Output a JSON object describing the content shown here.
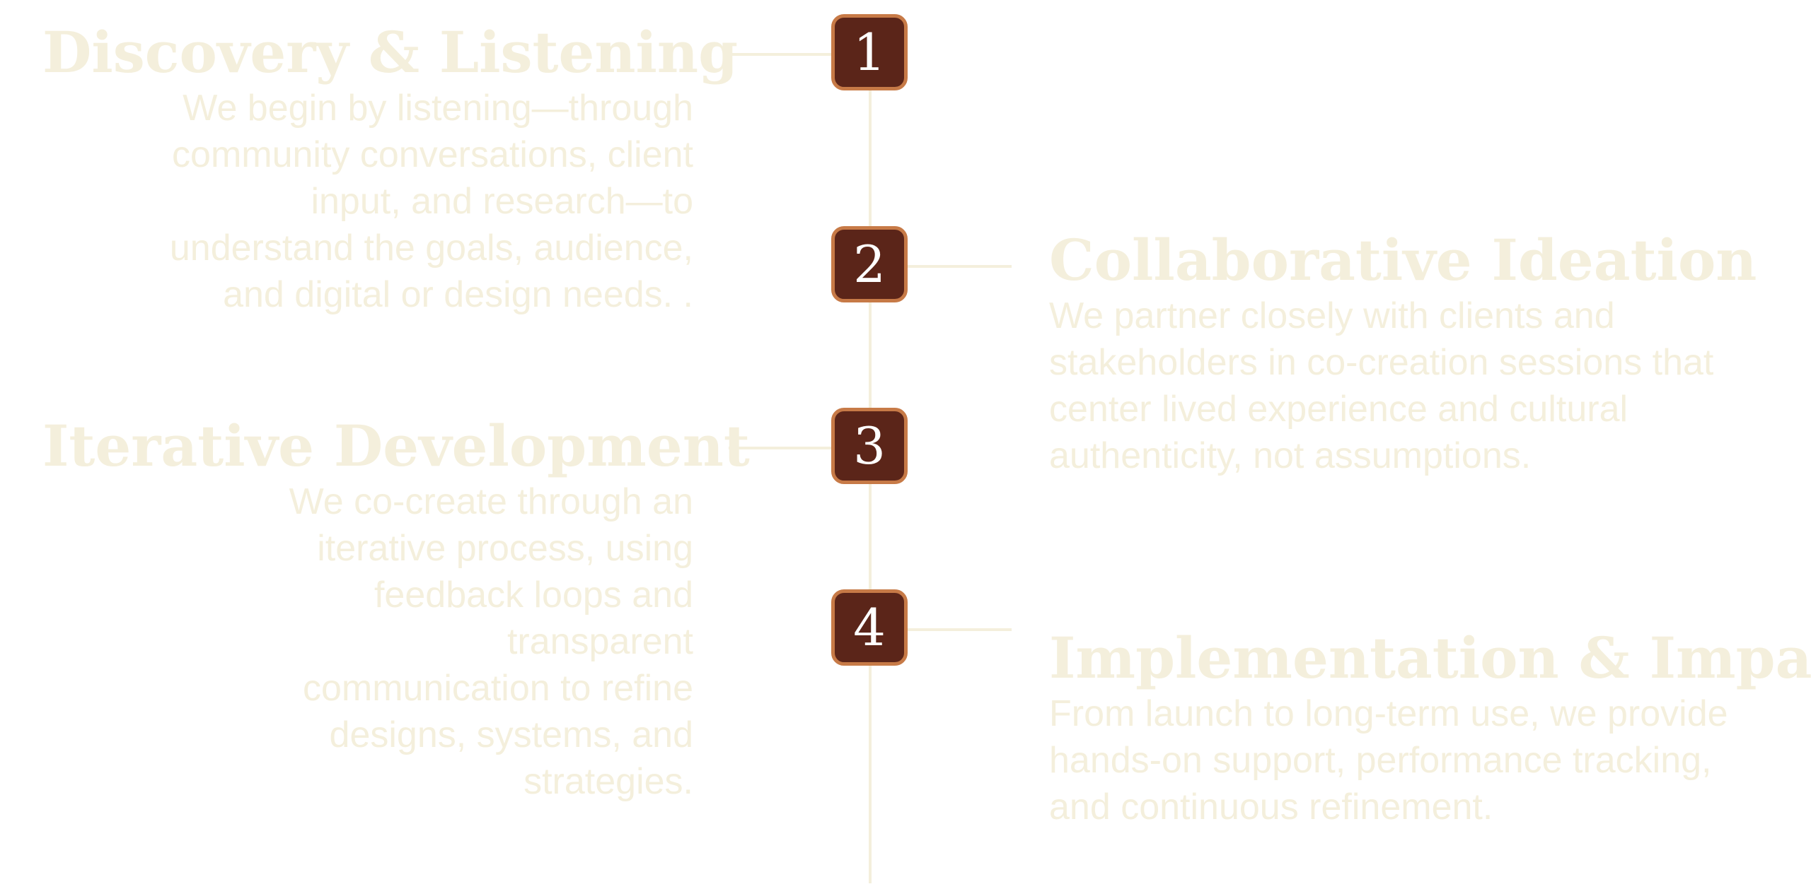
{
  "colors": {
    "badge_fill": "#5b2519",
    "badge_border": "#c77a47",
    "text": "#f4efdc",
    "line": "#f4efdc"
  },
  "steps": [
    {
      "number": "1",
      "title": "Discovery & Listening",
      "description": "We begin by listening—through community conversations, client input, and research—to understand the goals, audience, and digital or design needs. ."
    },
    {
      "number": "2",
      "title": "Collaborative Ideation",
      "description": "We partner closely with clients and stakeholders in co-creation sessions that center lived experience and cultural authenticity, not assumptions."
    },
    {
      "number": "3",
      "title": "Iterative Development",
      "description": "We co-create through an iterative process, using feedback loops and transparent communication to refine designs, systems, and strategies."
    },
    {
      "number": "4",
      "title": "Implementation & Impact",
      "description": "From launch to long-term use, we provide hands-on support, performance tracking, and continuous refinement."
    }
  ]
}
